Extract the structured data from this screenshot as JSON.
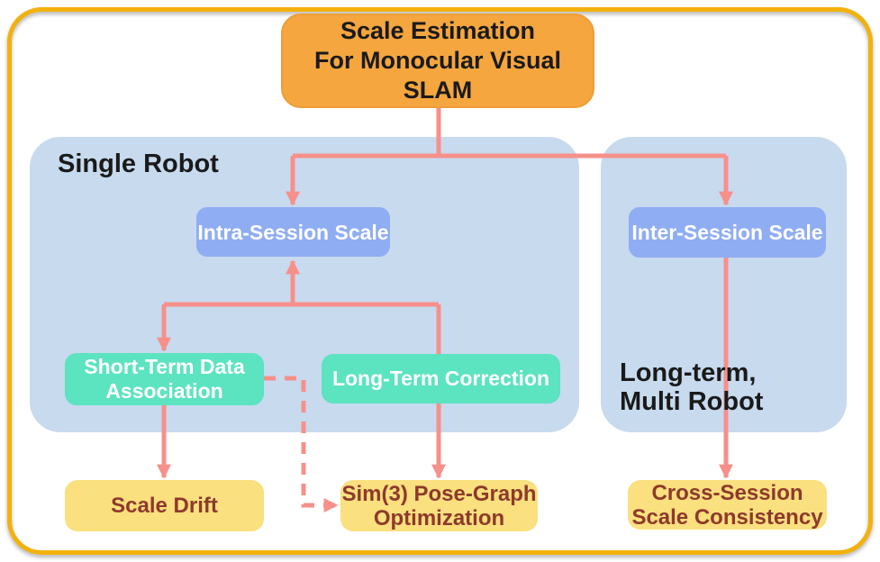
{
  "title": {
    "line1": "Scale Estimation",
    "line2": "For Monocular Visual SLAM"
  },
  "groups": {
    "single_robot": {
      "label": "Single Robot"
    },
    "multi_robot": {
      "line1": "Long-term,",
      "line2": "Multi Robot"
    }
  },
  "nodes": {
    "intra_session": {
      "label": "Intra-Session Scale"
    },
    "inter_session": {
      "label": "Inter-Session Scale"
    },
    "short_term": {
      "line1": "Short-Term Data",
      "line2": "Association"
    },
    "long_term": {
      "label": "Long-Term Correction"
    },
    "scale_drift": {
      "label": "Scale Drift"
    },
    "sim3": {
      "line1": "Sim(3) Pose-Graph",
      "line2": "Optimization"
    },
    "cross_session": {
      "line1": "Cross-Session",
      "line2": "Scale Consistency"
    }
  },
  "colors": {
    "gold": "#F3B10C",
    "orange": "#F5A63F",
    "orange-border": "#EE9D36",
    "container-blue": "#C7DAEE",
    "node-blue": "#8FADF2",
    "green": "#5CE3C0",
    "yellow": "#FAE07E",
    "salmon": "#F7908A",
    "darkred": "#8E392C"
  }
}
